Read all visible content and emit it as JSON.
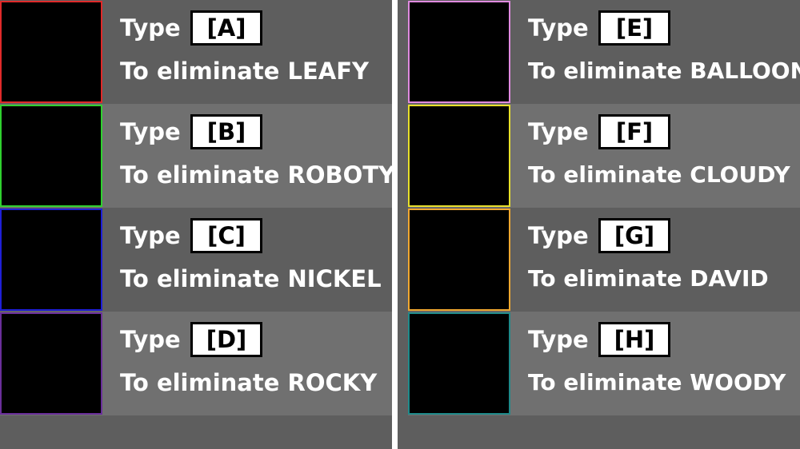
{
  "type_label": "Type",
  "eliminate_prefix": "To eliminate",
  "left_column": [
    {
      "key": "[A]",
      "target": "LEAFY",
      "color": "#e02a2a"
    },
    {
      "key": "[B]",
      "target": "ROBOTY",
      "color": "#2fd12f"
    },
    {
      "key": "[C]",
      "target": "NICKEL",
      "color": "#1f1fd8"
    },
    {
      "key": "[D]",
      "target": "ROCKY",
      "color": "#6a2f9a"
    }
  ],
  "right_column": [
    {
      "key": "[E]",
      "target": "BALLOONY",
      "color": "#e08ae0"
    },
    {
      "key": "[F]",
      "target": "CLOUDY",
      "color": "#e8e02a"
    },
    {
      "key": "[G]",
      "target": "DAVID",
      "color": "#f0a830"
    },
    {
      "key": "[H]",
      "target": "WOODY",
      "color": "#1f8a8a"
    }
  ]
}
